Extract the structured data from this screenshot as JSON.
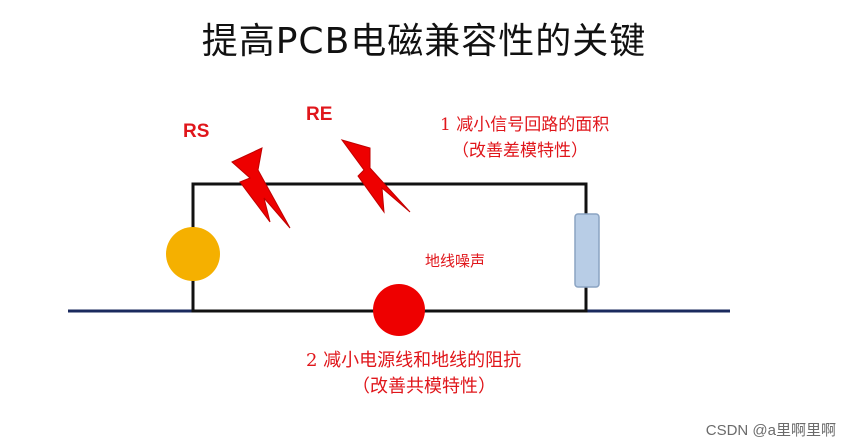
{
  "title": "提高PCB电磁兼容性的关键",
  "labels": {
    "rs": "RS",
    "re": "RE",
    "ground_noise": "地线噪声"
  },
  "notes": {
    "item1_line1": "1 减小信号回路的面积",
    "item1_line2": "（改善差模特性）",
    "item2_line1": "2  减小电源线和地线的阻抗",
    "item2_line2": "（改善共模特性）"
  },
  "colors": {
    "accent_red": "#e0161b",
    "source_yellow": "#f5b000",
    "noise_red": "#ee0000",
    "ground_line": "#1a2a5e",
    "load_fill": "#b8cde6"
  },
  "icons": [
    "lightning-bolt-icon",
    "lightning-bolt-icon"
  ],
  "watermark": "CSDN @a里啊里啊"
}
